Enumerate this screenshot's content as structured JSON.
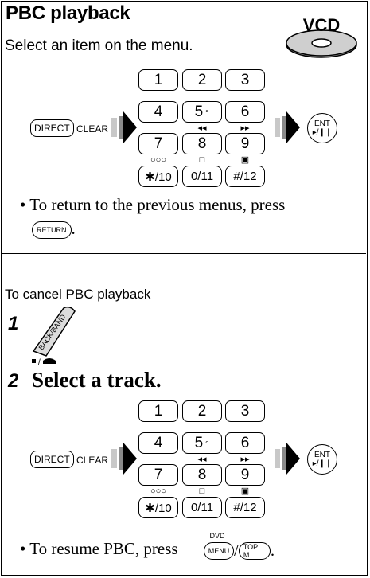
{
  "page": {
    "title": "PBC playback",
    "subtitle": "Select an item on the menu.",
    "disc_label": "VCD"
  },
  "keypad": {
    "row1": [
      "1",
      "2",
      "3"
    ],
    "row2": [
      "4",
      "5",
      "6"
    ],
    "row3": [
      "7",
      "8",
      "9"
    ],
    "row4": [
      "✱/10",
      "0/11",
      "#/12"
    ],
    "icon_over_8": "◂◂",
    "icon_over_9": "▸▸",
    "icon_over_10": "○○○",
    "icon_over_11": "□",
    "icon_over_12": "▣",
    "direct_label": "DIRECT",
    "clear_label": "CLEAR",
    "ent_label": "ENT",
    "ent_sub": "▸/❙❙"
  },
  "bullet1": {
    "text": "To return to the previous menus, press",
    "button": "RETURN"
  },
  "cancel": {
    "heading": "To cancel PBC playback",
    "step1": "1",
    "backband": "BACK/BAND",
    "step2_num": "2",
    "step2_text": "Select a track."
  },
  "bullet2": {
    "text": "To resume PBC, press",
    "menu_button": "MENU",
    "menu_top": "DVD",
    "slash": "/",
    "topm_button": "TOP M"
  }
}
